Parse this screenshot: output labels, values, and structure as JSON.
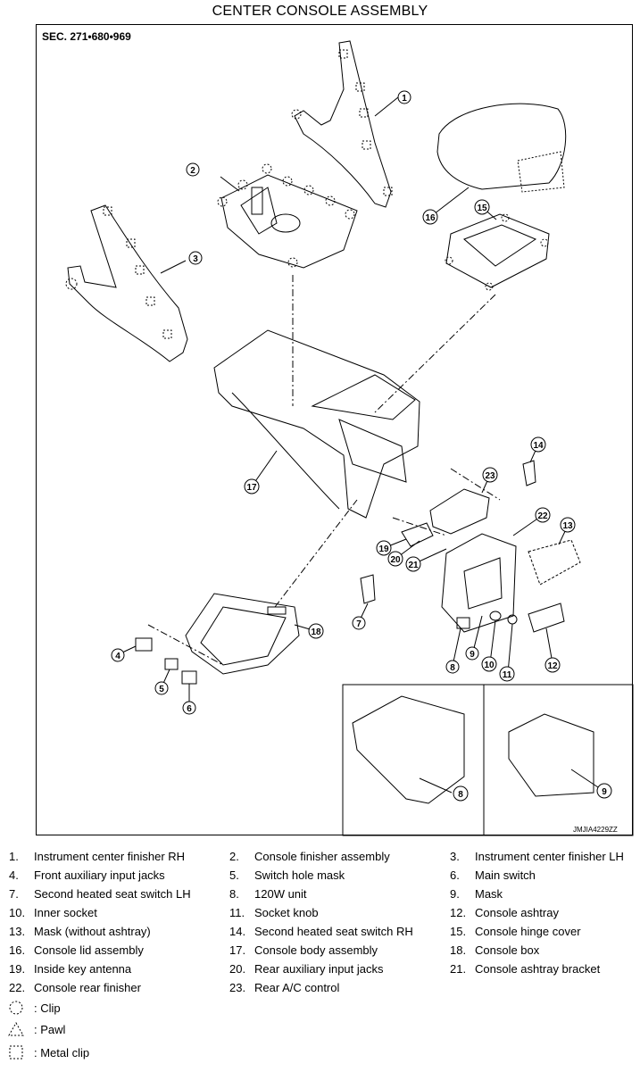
{
  "title": "CENTER CONSOLE ASSEMBLY",
  "section": "SEC. 271•680•969",
  "reference_code": "JMJIA4229ZZ",
  "parts": [
    {
      "num": "1.",
      "name": "Instrument center finisher RH"
    },
    {
      "num": "2.",
      "name": "Console finisher assembly"
    },
    {
      "num": "3.",
      "name": "Instrument center finisher LH"
    },
    {
      "num": "4.",
      "name": "Front auxiliary input jacks"
    },
    {
      "num": "5.",
      "name": "Switch hole mask"
    },
    {
      "num": "6.",
      "name": "Main switch"
    },
    {
      "num": "7.",
      "name": "Second heated seat switch LH"
    },
    {
      "num": "8.",
      "name": "120W unit"
    },
    {
      "num": "9.",
      "name": "Mask"
    },
    {
      "num": "10.",
      "name": "Inner socket"
    },
    {
      "num": "11.",
      "name": "Socket knob"
    },
    {
      "num": "12.",
      "name": "Console ashtray"
    },
    {
      "num": "13.",
      "name": "Mask (without ashtray)"
    },
    {
      "num": "14.",
      "name": "Second heated seat switch RH"
    },
    {
      "num": "15.",
      "name": "Console hinge cover"
    },
    {
      "num": "16.",
      "name": "Console lid assembly"
    },
    {
      "num": "17.",
      "name": "Console body assembly"
    },
    {
      "num": "18.",
      "name": "Console box"
    },
    {
      "num": "19.",
      "name": "Inside key antenna"
    },
    {
      "num": "20.",
      "name": "Rear auxiliary input jacks"
    },
    {
      "num": "21.",
      "name": "Console ashtray bracket"
    },
    {
      "num": "22.",
      "name": "Console rear finisher"
    },
    {
      "num": "23.",
      "name": "Rear A/C control"
    }
  ],
  "symbols": [
    {
      "icon": "clip-icon",
      "label": ": Clip"
    },
    {
      "icon": "pawl-icon",
      "label": ": Pawl"
    },
    {
      "icon": "metal-clip-icon",
      "label": ": Metal clip"
    }
  ],
  "callouts": [
    "1",
    "2",
    "3",
    "4",
    "5",
    "6",
    "7",
    "8",
    "9",
    "10",
    "11",
    "12",
    "13",
    "14",
    "15",
    "16",
    "17",
    "18",
    "19",
    "20",
    "21",
    "22",
    "23",
    "8",
    "9"
  ]
}
